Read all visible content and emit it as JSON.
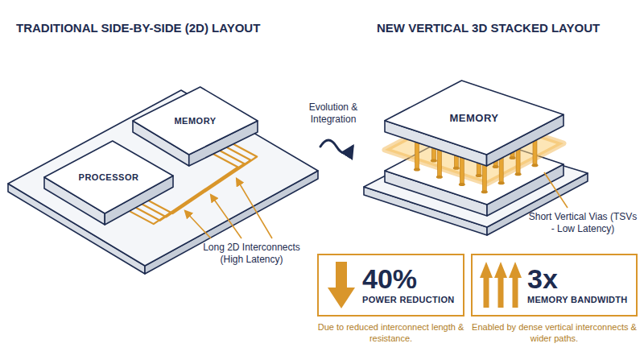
{
  "diagram": {
    "nodes": [
      {
        "text": [
          "PROCESSOR"
        ]
      },
      {
        "text": [
          "MEMORY"
        ]
      },
      {
        "text": [
          "MEMORY"
        ]
      },
      {
        "text": [
          "40%",
          "POWER REDUCTION"
        ]
      },
      {
        "text": [
          "3x",
          "MEMORY BANDWIDTH"
        ]
      }
    ],
    "edges": [
      {
        "from": 0,
        "to": 1,
        "arrow": "none"
      }
    ],
    "labels": [
      "TRADITIONAL SIDE-BY-SIDE (2D) LAYOUT",
      "NEW VERTICAL 3D STACKED LAYOUT",
      "Long 2D Interconnects (High Latency)",
      "Evolution & Integration",
      "Short Vertical Vias (TSVs - Low Latency)",
      "Due to reduced interconnect length & resistance.",
      "Enabled by dense vertical interconnects & wider paths."
    ]
  }
}
